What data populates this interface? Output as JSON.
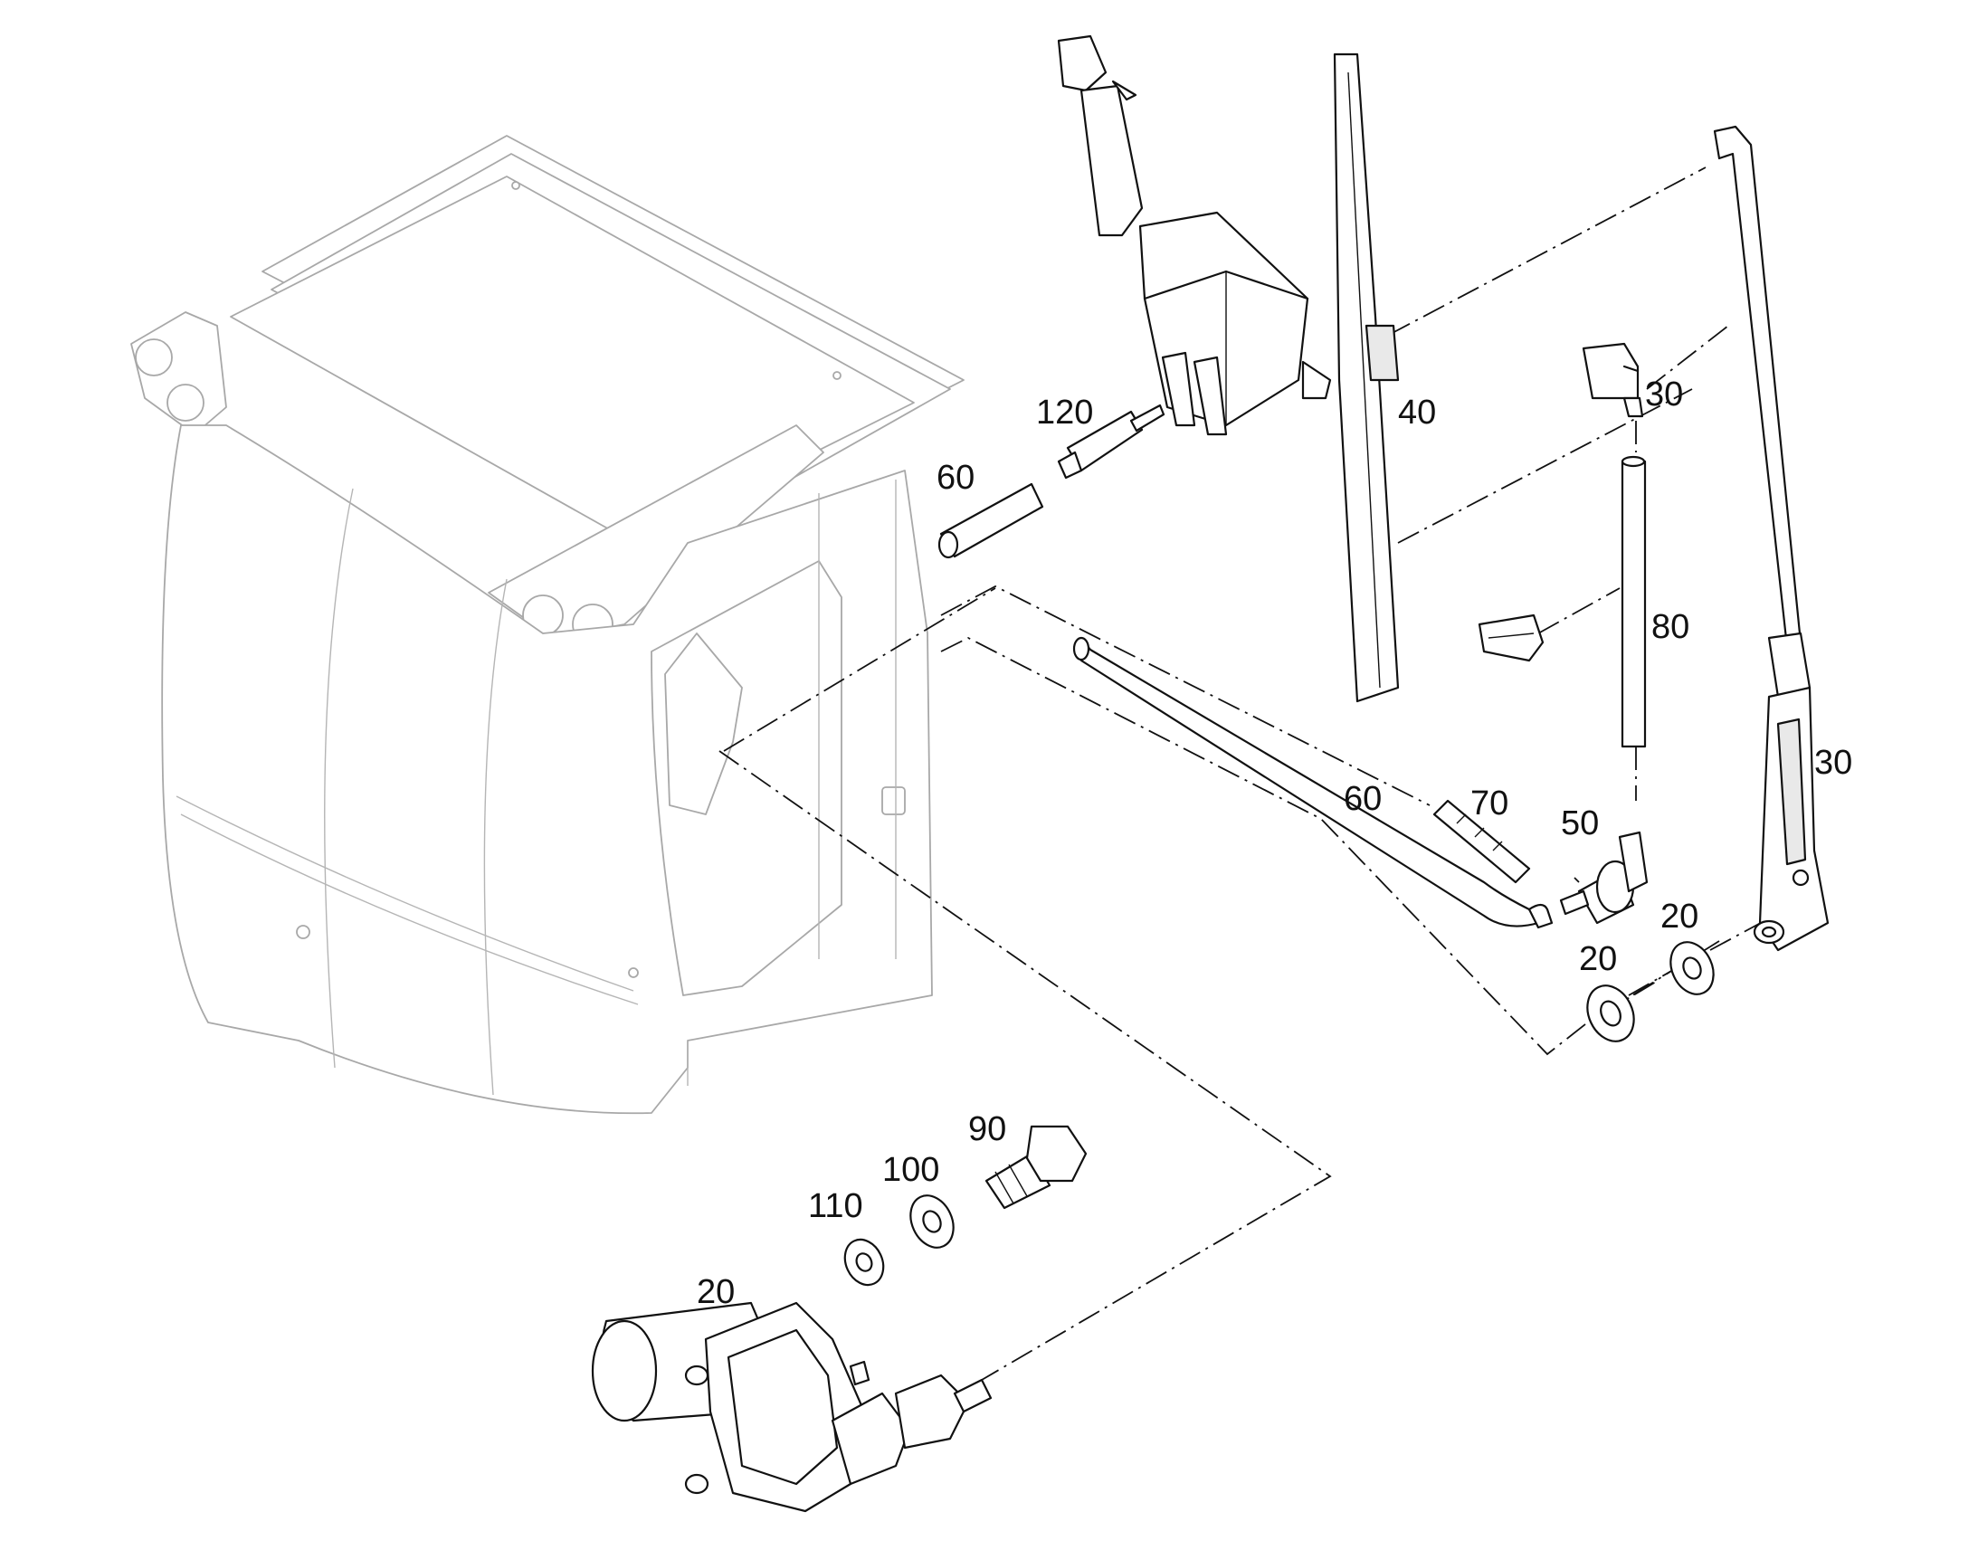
{
  "callouts": {
    "washer_nozzle_fitting": "120",
    "washer_hose_upper": "60",
    "wiper_blade": "40",
    "nozzle_connector": "30",
    "washer_hose_vertical": "80",
    "wiper_arm": "30",
    "washer_hose_lower": "60",
    "sleeve": "70",
    "nozzle": "50",
    "washer_right": "20",
    "washer_left": "20",
    "bolt": "90",
    "washer_bolt": "100",
    "washer_small": "110",
    "wiper_motor": "20"
  }
}
